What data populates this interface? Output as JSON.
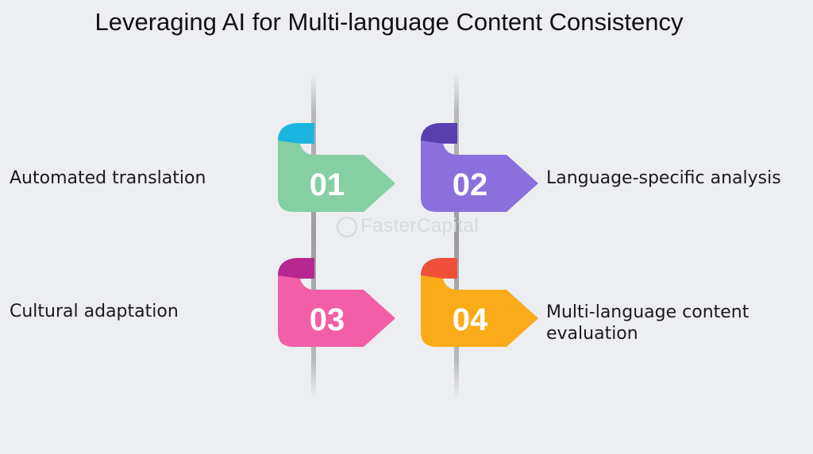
{
  "title": "Leveraging AI for Multi-language Content Consistency",
  "watermark": "FasterCapital",
  "steps": [
    {
      "number": "01",
      "label": "Automated translation",
      "color": "#86cfa4",
      "tab_color": "#1bb5e0"
    },
    {
      "number": "02",
      "label": "Language-specific analysis",
      "color": "#8a6fdd",
      "tab_color": "#5a3fb0"
    },
    {
      "number": "03",
      "label": "Cultural adaptation",
      "color": "#f25fa6",
      "tab_color": "#b62890"
    },
    {
      "number": "04",
      "label": "Multi-language content evaluation",
      "color": "#fbab1a",
      "tab_color": "#f0503a"
    }
  ]
}
